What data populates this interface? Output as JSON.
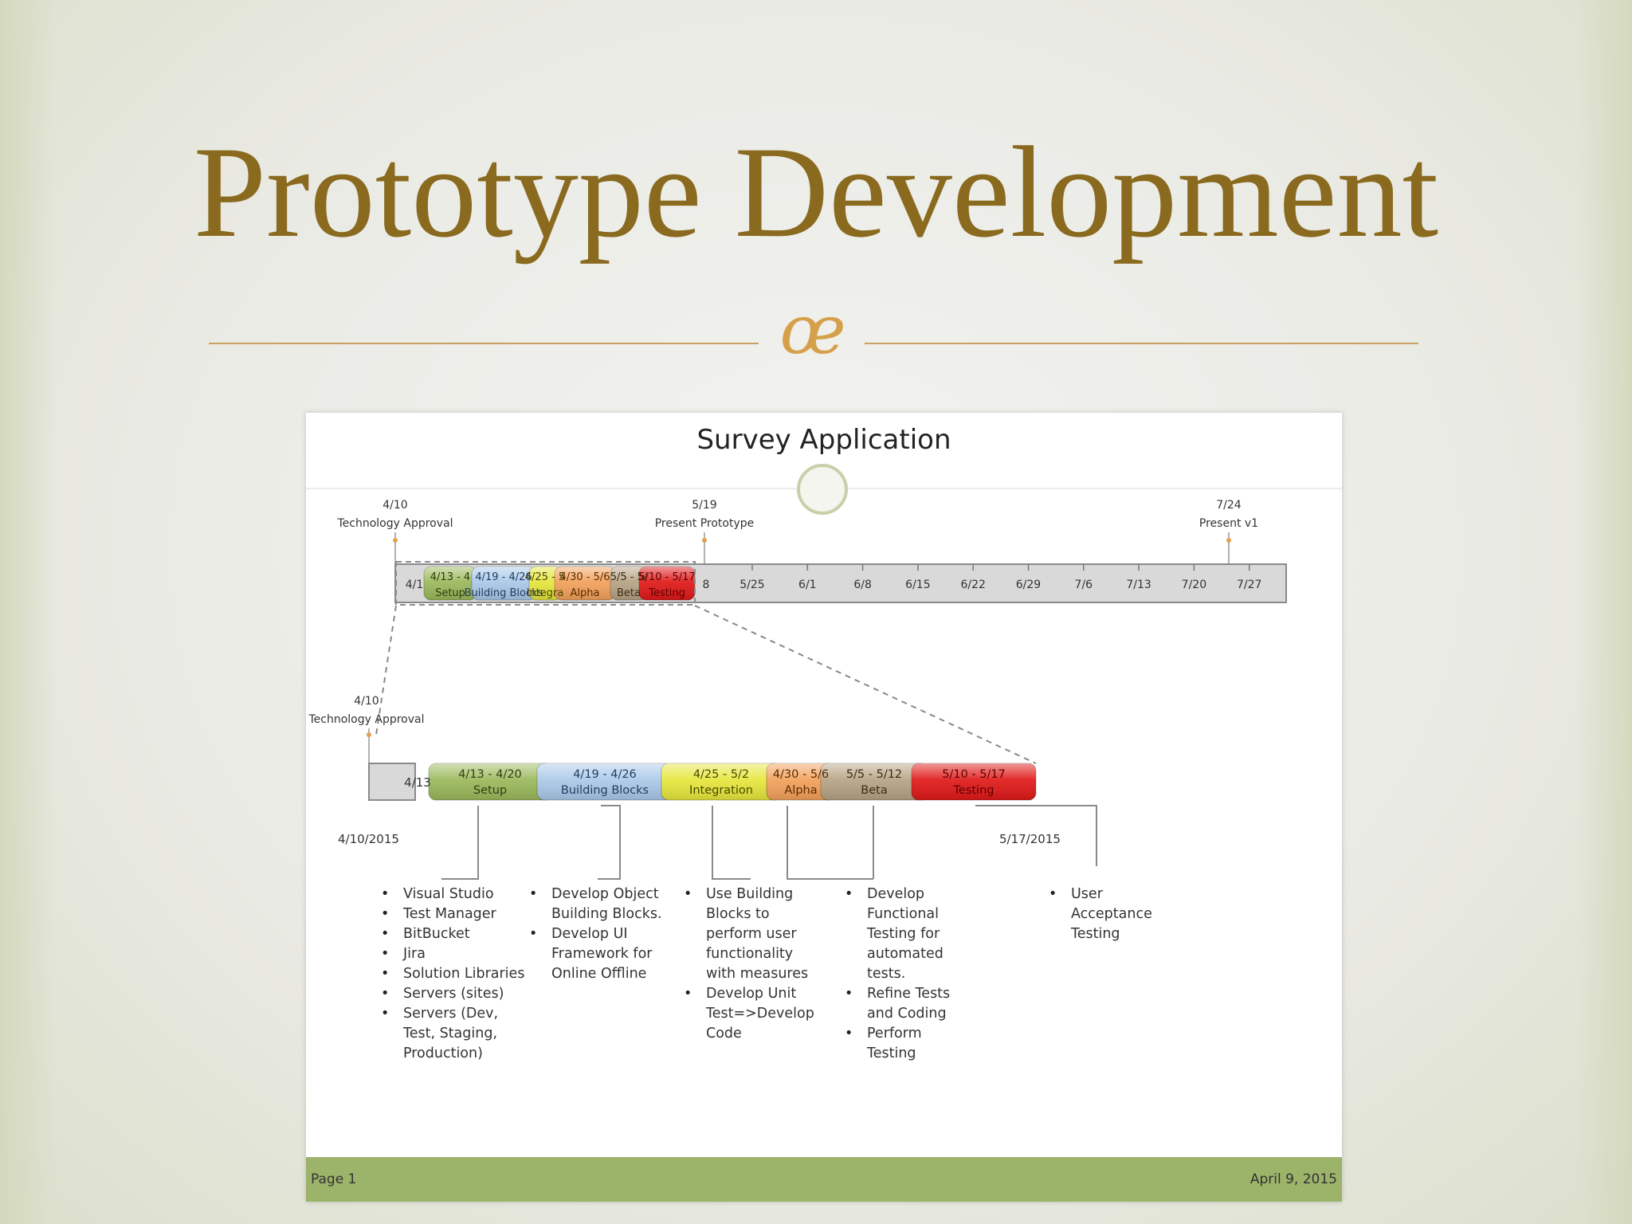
{
  "slide": {
    "title": "Prototype Development",
    "ornament": "œ",
    "colors": {
      "title": "#8a6a1e",
      "accent": "#d6a04a",
      "footer": "#9cb36a"
    }
  },
  "sheet": {
    "title": "Survey Application",
    "footer_left": "Page 1",
    "footer_right": "April 9, 2015"
  },
  "timeline": {
    "milestones": [
      {
        "date": "4/10",
        "label": "Technology Approval"
      },
      {
        "date": "5/19",
        "label": "Present Prototype"
      },
      {
        "date": "7/24",
        "label": "Present v1"
      }
    ],
    "ticks": [
      "5/25",
      "6/1",
      "6/8",
      "6/15",
      "6/22",
      "6/29",
      "7/6",
      "7/13",
      "7/20",
      "7/27"
    ],
    "start_marker": "4/1",
    "overview_partial_tick": "8"
  },
  "detail": {
    "milestone": {
      "date": "4/10",
      "label": "Technology Approval"
    },
    "start_marker": "4/13",
    "start_date": "4/10/2015",
    "end_date": "5/17/2015"
  },
  "phases": [
    {
      "name": "Setup",
      "dates": "4/13 - 4/20",
      "overview_name": "Setup",
      "overview_dates": "4/13 - 4",
      "color": "#9ab85a",
      "text": "#2f3f10"
    },
    {
      "name": "Building Blocks",
      "dates": "4/19 - 4/26",
      "overview_name": "Building Blocks",
      "overview_dates": "4/19 - 4/26",
      "color": "#a9c8e8",
      "text": "#1d3c5e"
    },
    {
      "name": "Integration",
      "dates": "4/25 - 5/2",
      "overview_name": "Integra",
      "overview_dates": "4/25 - 5",
      "color": "#e6e63c",
      "text": "#4a4a00"
    },
    {
      "name": "Alpha",
      "dates": "4/30 - 5/6",
      "overview_name": "Alpha",
      "overview_dates": "4/30 - 5/6",
      "color": "#f2a05a",
      "text": "#5a2c00"
    },
    {
      "name": "Beta",
      "dates": "5/5 - 5/12",
      "overview_name": "Beta",
      "overview_dates": "5/5 - 5/",
      "color": "#b5a283",
      "text": "#3a2c14"
    },
    {
      "name": "Testing",
      "dates": "5/10 - 5/17",
      "overview_name": "Testing",
      "overview_dates": "5/10 - 5/17",
      "color": "#e01818",
      "text": "#5e0000"
    }
  ],
  "task_lists": [
    {
      "items": [
        "Visual Studio",
        "Test Manager",
        "BitBucket",
        "Jira",
        "Solution Libraries",
        "Servers (sites)",
        "Servers (Dev, Test, Staging, Production)"
      ]
    },
    {
      "items": [
        "Develop Object Building Blocks.",
        "Develop UI Framework for Online Offline"
      ]
    },
    {
      "items": [
        "Use Building Blocks to perform user functionality with measures",
        "Develop Unit Test=>Develop Code"
      ]
    },
    {
      "items": [
        "Develop Functional Testing for automated tests.",
        "Refine Tests and Coding",
        "Perform Testing"
      ]
    },
    {
      "items": [
        "User Acceptance Testing"
      ]
    }
  ]
}
